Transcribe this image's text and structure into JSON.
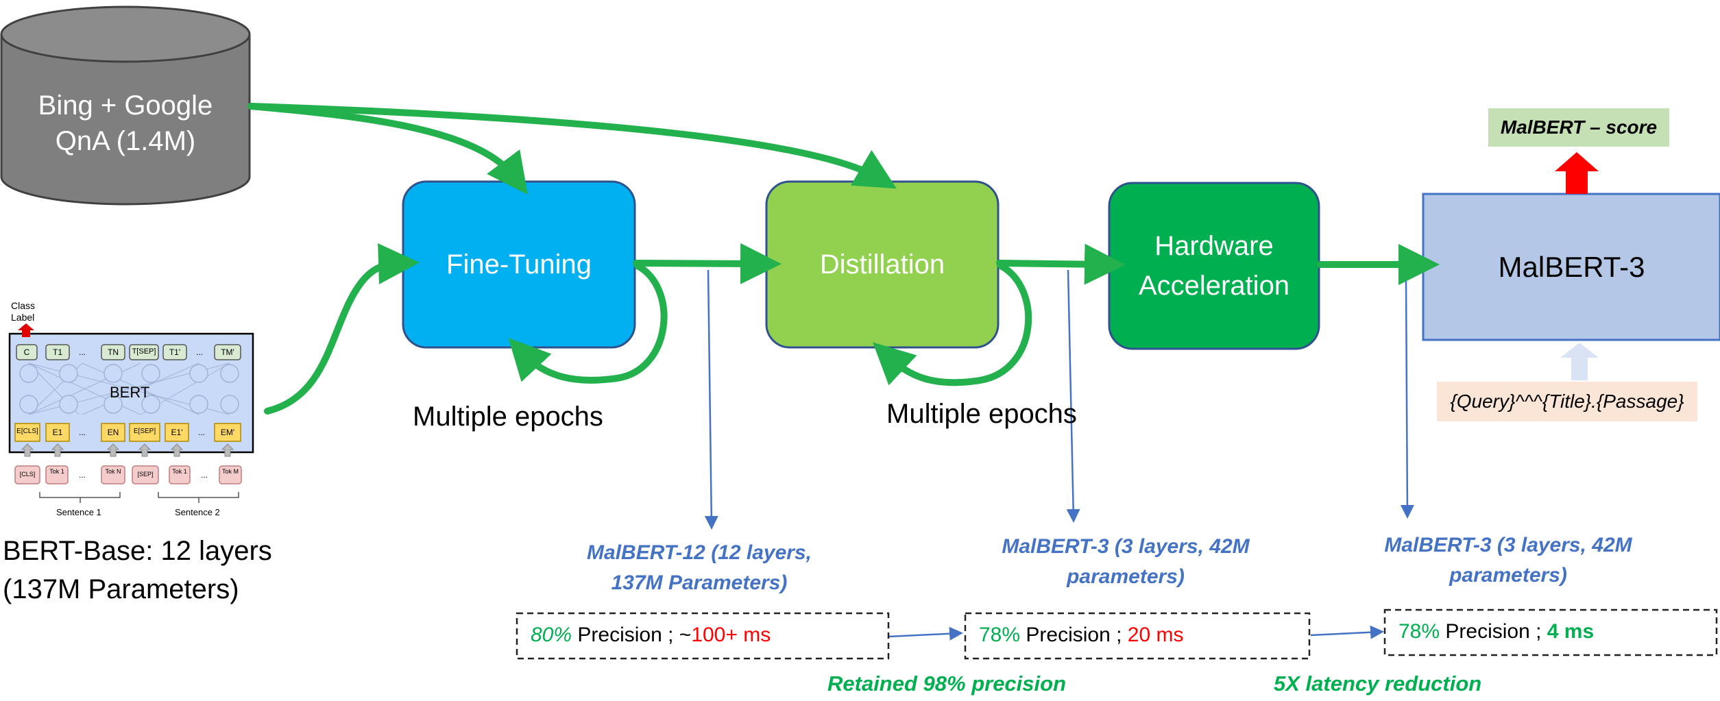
{
  "datastore": {
    "line1": "Bing + Google",
    "line2": "QnA (1.4M)"
  },
  "stages": {
    "finetune": "Fine-Tuning",
    "distill": "Distillation",
    "hw_line1": "Hardware",
    "hw_line2": "Acceleration",
    "final": "MalBERT-3"
  },
  "epochs": {
    "label1": "Multiple epochs",
    "label2": "Multiple epochs"
  },
  "bert_diagram": {
    "class_label_1": "Class",
    "class_label_2": "Label",
    "name": "BERT",
    "top_tokens": [
      "C",
      "T1",
      "...",
      "TN",
      "T[SEP]",
      "T1'",
      "...",
      "TM'"
    ],
    "emb_tokens": [
      "E[CLS]",
      "E1",
      "...",
      "EN",
      "E[SEP]",
      "E1'",
      "...",
      "EM'"
    ],
    "input_tokens": [
      "[CLS]",
      "Tok 1",
      "...",
      "Tok N",
      "[SEP]",
      "Tok 1",
      "...",
      "Tok M"
    ],
    "sentence1": "Sentence 1",
    "sentence2": "Sentence 2"
  },
  "bert_base": {
    "line1": "BERT-Base: 12 layers",
    "line2": "(137M Parameters)"
  },
  "models": {
    "m12_line1": "MalBERT-12 (12 layers,",
    "m12_line2": "137M Parameters)",
    "m3a_line1": "MalBERT-3 (3 layers, 42M",
    "m3a_line2": "parameters)",
    "m3b_line1": "MalBERT-3 (3 layers, 42M",
    "m3b_line2": "parameters)"
  },
  "metrics": {
    "box1": {
      "precision": "80%",
      "label": "Precision ; ~",
      "latency": "100+ ms"
    },
    "box2": {
      "precision": "78%",
      "label": "Precision ; ",
      "latency": "20 ms"
    },
    "box3": {
      "precision": "78%",
      "label": "Precision ; ",
      "latency": "4 ms"
    }
  },
  "notes": {
    "retained": "Retained 98% precision",
    "latency": "5X latency reduction"
  },
  "score_label": "MalBERT – score",
  "input_format": "{Query}^^^{Title}.{Passage}",
  "colors": {
    "arrow_green": "#22b14c",
    "blue_arrow": "#4472c4",
    "finetune": "#00b0f0",
    "distill": "#92d050",
    "hw": "#00b050",
    "final": "#b4c7e7",
    "red": "#ff0000",
    "italic_blue": "#4472c4",
    "green_text": "#00b050"
  }
}
